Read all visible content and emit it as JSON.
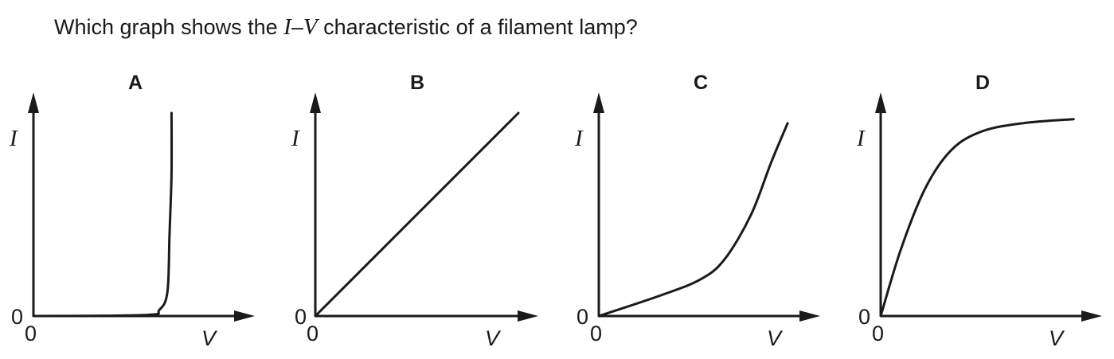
{
  "question": {
    "before": "Which graph shows the ",
    "var_i": "I",
    "dash": "–",
    "var_v": "V",
    "after": " characteristic of a filament lamp?"
  },
  "axes": {
    "y_label": "I",
    "x_label": "V",
    "y_origin": "0",
    "x_origin": "0"
  },
  "graphs": [
    {
      "letter": "A",
      "shape": "flat-then-steep",
      "curve": [
        [
          0,
          0
        ],
        [
          0.55,
          0.005
        ],
        [
          0.62,
          0.03
        ],
        [
          0.66,
          0.12
        ],
        [
          0.67,
          0.4
        ],
        [
          0.68,
          0.7
        ],
        [
          0.68,
          1.0
        ]
      ]
    },
    {
      "letter": "B",
      "shape": "straight-line-through-origin",
      "curve": [
        [
          0,
          0
        ],
        [
          1.0,
          1.0
        ]
      ]
    },
    {
      "letter": "C",
      "shape": "gradient-increasing",
      "curve": [
        [
          0,
          0
        ],
        [
          0.3,
          0.1
        ],
        [
          0.5,
          0.18
        ],
        [
          0.62,
          0.28
        ],
        [
          0.75,
          0.5
        ],
        [
          0.85,
          0.76
        ],
        [
          0.93,
          0.95
        ]
      ]
    },
    {
      "letter": "D",
      "shape": "gradient-decreasing",
      "curve": [
        [
          0,
          0
        ],
        [
          0.1,
          0.33
        ],
        [
          0.22,
          0.63
        ],
        [
          0.35,
          0.82
        ],
        [
          0.5,
          0.91
        ],
        [
          0.7,
          0.95
        ],
        [
          0.95,
          0.97
        ]
      ]
    }
  ]
}
